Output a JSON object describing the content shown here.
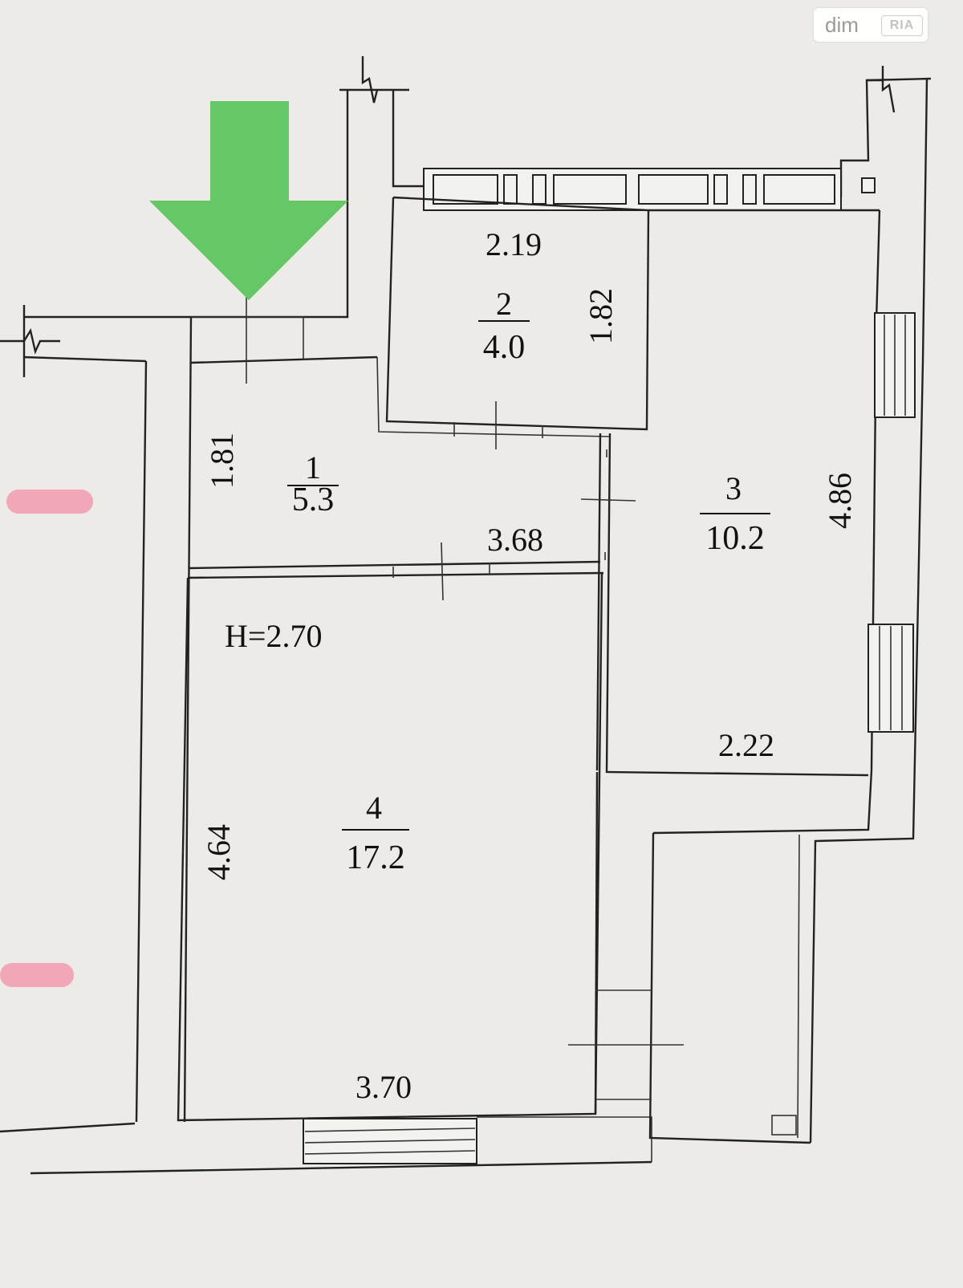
{
  "watermark": {
    "dim": "dim",
    "ria": "RIA"
  },
  "plan": {
    "ceiling_height": "H=2.70",
    "rooms": [
      {
        "number": "1",
        "area": "5.3"
      },
      {
        "number": "2",
        "area": "4.0"
      },
      {
        "number": "3",
        "area": "10.2"
      },
      {
        "number": "4",
        "area": "17.2"
      }
    ],
    "dimensions": {
      "room2_width": "2.19",
      "room2_depth": "1.82",
      "room1_depth": "1.81",
      "room1_width": "3.68",
      "room3_depth": "4.86",
      "room3_width": "2.22",
      "room4_depth": "4.64",
      "room4_width": "3.70"
    }
  },
  "arrow": {
    "color": "#66c766",
    "direction": "down"
  },
  "marks": {
    "color": "#f1a7b8"
  }
}
